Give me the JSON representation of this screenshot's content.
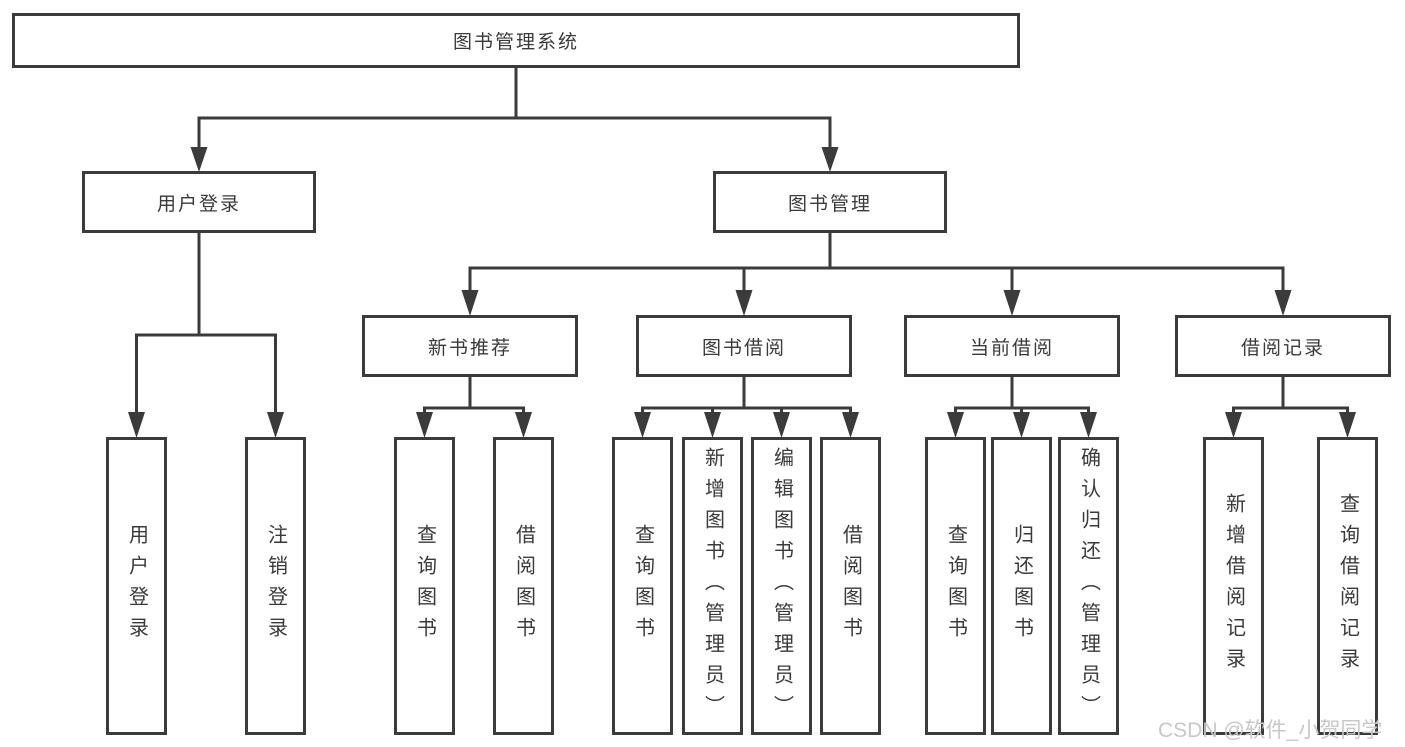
{
  "colors": {
    "line": "#3b3b3b",
    "text": "#3a3a3a",
    "box_background": "#ffffff",
    "watermark": "#c8c8c8"
  },
  "diagram": {
    "root": {
      "label": "图书管理系统"
    },
    "level2": [
      {
        "id": "user-login",
        "label": "用户登录",
        "parent": "root"
      },
      {
        "id": "book-management",
        "label": "图书管理",
        "parent": "root"
      }
    ],
    "level3": [
      {
        "id": "new-book-recommendation",
        "label": "新书推荐",
        "parent": "book-management"
      },
      {
        "id": "book-borrowing",
        "label": "图书借阅",
        "parent": "book-management"
      },
      {
        "id": "current-borrowing",
        "label": "当前借阅",
        "parent": "book-management"
      },
      {
        "id": "borrowing-records",
        "label": "借阅记录",
        "parent": "book-management"
      }
    ],
    "leaves": [
      {
        "label": "用户登录",
        "parent": "user-login"
      },
      {
        "label": "注销登录",
        "parent": "user-login"
      },
      {
        "label": "查询图书",
        "parent": "new-book-recommendation"
      },
      {
        "label": "借阅图书",
        "parent": "new-book-recommendation"
      },
      {
        "label": "查询图书",
        "parent": "book-borrowing"
      },
      {
        "label": "新增图书（管理员）",
        "parent": "book-borrowing"
      },
      {
        "label": "编辑图书（管理员）",
        "parent": "book-borrowing"
      },
      {
        "label": "借阅图书",
        "parent": "book-borrowing"
      },
      {
        "label": "查询图书",
        "parent": "current-borrowing"
      },
      {
        "label": "归还图书",
        "parent": "current-borrowing"
      },
      {
        "label": "确认归还（管理员）",
        "parent": "current-borrowing"
      },
      {
        "label": "新增借阅记录",
        "parent": "borrowing-records"
      },
      {
        "label": "查询借阅记录",
        "parent": "borrowing-records"
      }
    ],
    "watermark": "CSDN @软件_小贺同学"
  }
}
